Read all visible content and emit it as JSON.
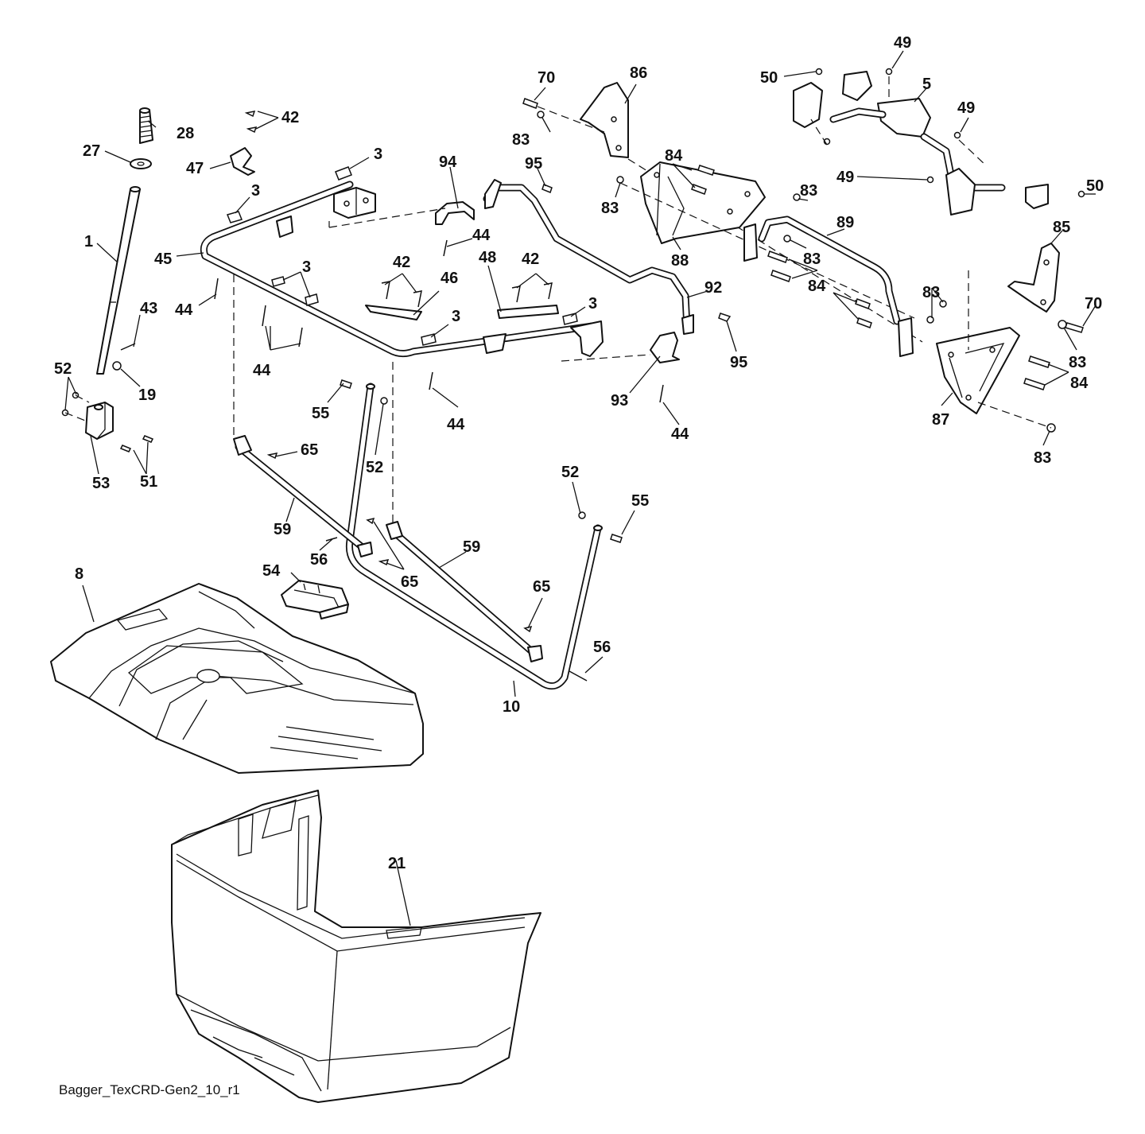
{
  "diagram": {
    "file_reference": "Bagger_TexCRD-Gen2_10_r1",
    "line_color": "#111111",
    "background_color": "#ffffff",
    "callouts": [
      "28",
      "27",
      "1",
      "42",
      "47",
      "3",
      "45",
      "44",
      "43",
      "19",
      "52",
      "53",
      "51",
      "94",
      "95",
      "46",
      "48",
      "55",
      "65",
      "59",
      "56",
      "54",
      "8",
      "10",
      "21",
      "70",
      "86",
      "83",
      "84",
      "88",
      "89",
      "92",
      "93",
      "50",
      "49",
      "5",
      "85",
      "87"
    ]
  }
}
